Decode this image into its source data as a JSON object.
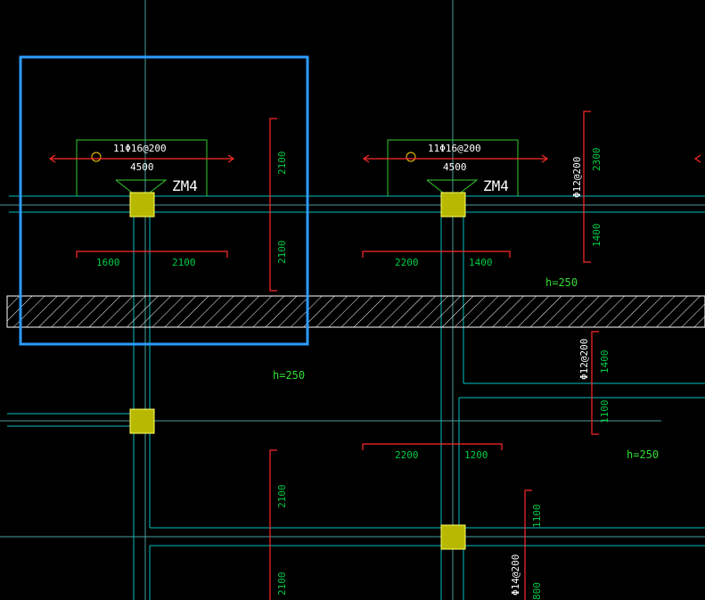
{
  "selection_color": "#2d9bff",
  "colors": {
    "axis": "#5ab4b4",
    "wall": "#00c8c8",
    "rebar": "#ff2a2a",
    "dim_green": "#00cc44",
    "column": "#c8c800",
    "hatch": "#ffffff",
    "text_white": "#ffffff"
  },
  "caps": [
    {
      "rebar": "11Φ16@200",
      "width": "4500",
      "tag": "ZM4"
    },
    {
      "rebar": "11Φ16@200",
      "width": "4500",
      "tag": "ZM4"
    }
  ],
  "dims": {
    "d1a": "1600",
    "d1b": "2100",
    "d2a": "2200",
    "d2b": "1400",
    "d3a": "2200",
    "d3b": "1200",
    "v1a": "2100",
    "v1b": "2100",
    "v2a": "2300",
    "v2b": "1400",
    "v3a": "1400",
    "v3b": "1100",
    "v4a": "2100",
    "v4b": "2100",
    "v5a": "1100",
    "v5b": "800"
  },
  "rebar_labels": {
    "r1": "Φ12@200",
    "r2": "Φ12@200",
    "r3": "Φ14@200"
  },
  "heights": {
    "h1": "h=250",
    "h2": "h=250",
    "h3": "h=250"
  }
}
